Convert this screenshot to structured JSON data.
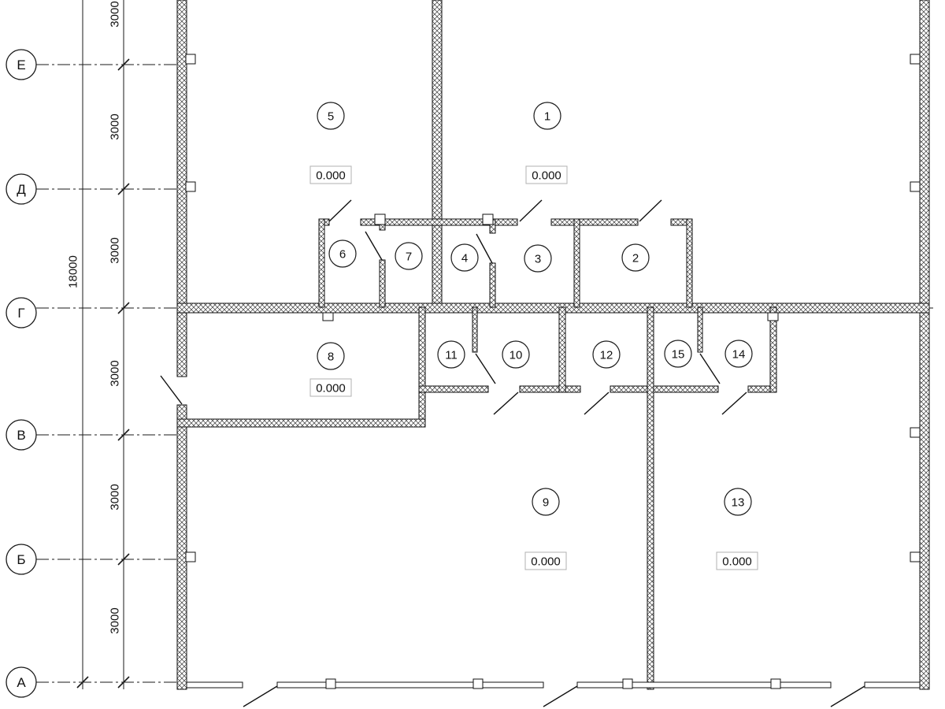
{
  "plan": {
    "axes": [
      {
        "id": "E",
        "label": "Е"
      },
      {
        "id": "D",
        "label": "Д"
      },
      {
        "id": "G",
        "label": "Г"
      },
      {
        "id": "V",
        "label": "В"
      },
      {
        "id": "B",
        "label": "Б"
      },
      {
        "id": "A",
        "label": "А"
      }
    ],
    "dims": {
      "overall": "18000",
      "segments": [
        "3000",
        "3000",
        "3000",
        "3000",
        "3000",
        "3000"
      ]
    },
    "rooms": [
      {
        "number": "5"
      },
      {
        "number": "1"
      },
      {
        "number": "6"
      },
      {
        "number": "7"
      },
      {
        "number": "4"
      },
      {
        "number": "3"
      },
      {
        "number": "2"
      },
      {
        "number": "8"
      },
      {
        "number": "11"
      },
      {
        "number": "10"
      },
      {
        "number": "12"
      },
      {
        "number": "15"
      },
      {
        "number": "14"
      },
      {
        "number": "9"
      },
      {
        "number": "13"
      }
    ],
    "elevations": [
      {
        "value": "0.000",
        "room": "5"
      },
      {
        "value": "0.000",
        "room": "1"
      },
      {
        "value": "0.000",
        "room": "8"
      },
      {
        "value": "0.000",
        "room": "9"
      },
      {
        "value": "0.000",
        "room": "13"
      }
    ]
  }
}
